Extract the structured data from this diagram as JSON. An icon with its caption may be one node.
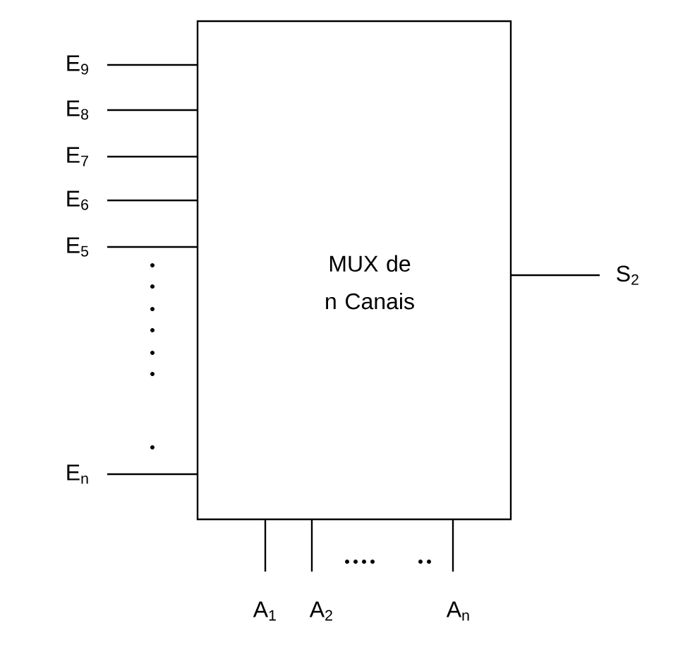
{
  "diagram": {
    "nodes": [
      {
        "text": [
          "MUX de n Canais"
        ]
      },
      {
        "text": [
          "E$_{9}$"
        ]
      },
      {
        "text": [
          "E$_{8}$"
        ]
      },
      {
        "text": [
          "E$_{7}$"
        ]
      },
      {
        "text": [
          "E$_{6}$"
        ]
      },
      {
        "text": [
          "E$_{5}$"
        ]
      },
      {
        "text": [
          "E$_{n}$"
        ]
      },
      {
        "text": [
          "S$_{2}$"
        ]
      },
      {
        "text": [
          "A$_{1}$"
        ]
      },
      {
        "text": [
          "A$_{2}$"
        ]
      },
      {
        "text": [
          "A$_{n}$"
        ]
      }
    ],
    "edges": [
      {
        "from": 1,
        "to": 0,
        "arrow": "none"
      },
      {
        "from": 2,
        "to": 0,
        "arrow": "none"
      },
      {
        "from": 3,
        "to": 0,
        "arrow": "none"
      },
      {
        "from": 4,
        "to": 0,
        "arrow": "none"
      },
      {
        "from": 5,
        "to": 0,
        "arrow": "none"
      },
      {
        "from": 6,
        "to": 0,
        "arrow": "none"
      },
      {
        "from": 0,
        "to": 7,
        "arrow": "none"
      },
      {
        "from": 8,
        "to": 0,
        "arrow": "none"
      },
      {
        "from": 9,
        "to": 0,
        "arrow": "none"
      },
      {
        "from": 10,
        "to": 0,
        "arrow": "none"
      }
    ]
  }
}
